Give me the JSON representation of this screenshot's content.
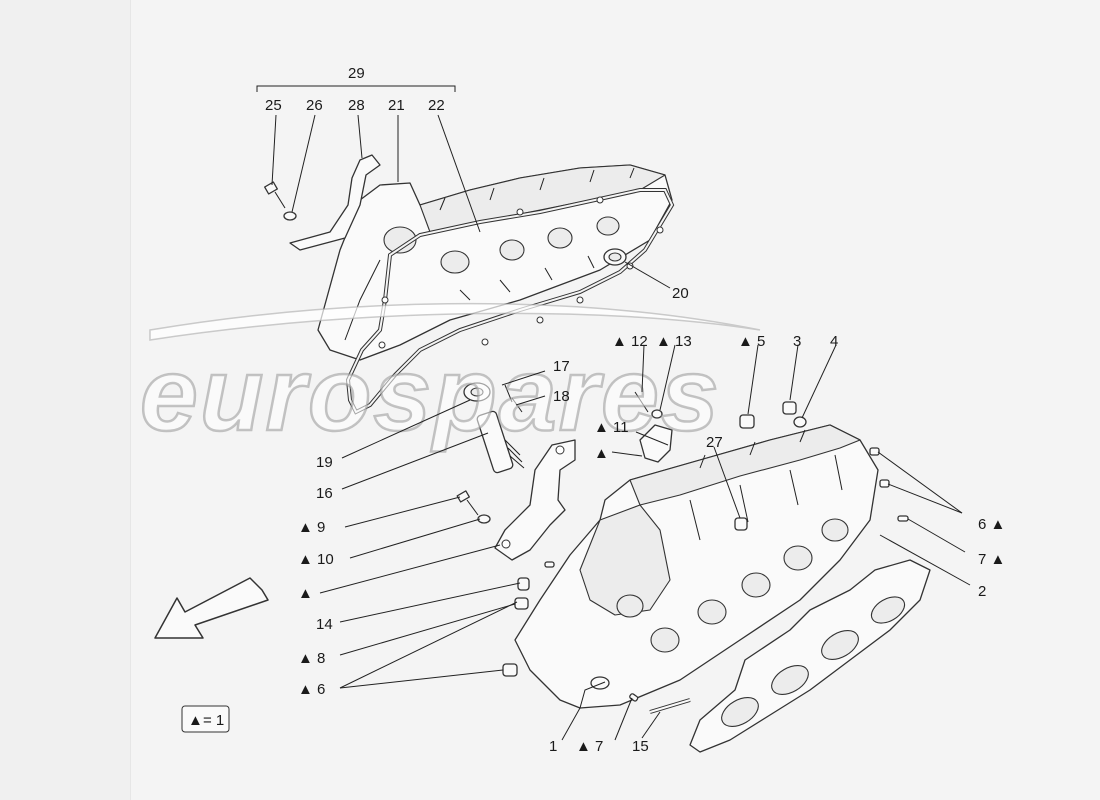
{
  "watermark": {
    "text": "eurospares"
  },
  "legend": {
    "symbol": "▲",
    "text": "= 1"
  },
  "labels": [
    {
      "id": "29",
      "text": "29"
    },
    {
      "id": "25",
      "text": "25"
    },
    {
      "id": "26",
      "text": "26"
    },
    {
      "id": "28",
      "text": "28"
    },
    {
      "id": "21",
      "text": "21"
    },
    {
      "id": "22",
      "text": "22"
    },
    {
      "id": "20",
      "text": "20"
    },
    {
      "id": "17",
      "text": "17"
    },
    {
      "id": "18",
      "text": "18"
    },
    {
      "id": "19",
      "text": "19"
    },
    {
      "id": "16",
      "text": "16"
    },
    {
      "id": "12",
      "text": "▲ 12"
    },
    {
      "id": "13",
      "text": "▲ 13"
    },
    {
      "id": "5",
      "text": "▲ 5"
    },
    {
      "id": "3",
      "text": "3"
    },
    {
      "id": "4",
      "text": "4"
    },
    {
      "id": "11",
      "text": "▲ 11"
    },
    {
      "id": "tri-a",
      "text": "▲"
    },
    {
      "id": "27",
      "text": "27"
    },
    {
      "id": "9",
      "text": "▲ 9"
    },
    {
      "id": "10",
      "text": "▲ 10"
    },
    {
      "id": "tri-b",
      "text": "▲"
    },
    {
      "id": "14",
      "text": "14"
    },
    {
      "id": "8",
      "text": "▲ 8"
    },
    {
      "id": "6-left",
      "text": "▲ 6"
    },
    {
      "id": "6-right",
      "text": "6 ▲"
    },
    {
      "id": "7-right",
      "text": "7 ▲"
    },
    {
      "id": "2",
      "text": "2"
    },
    {
      "id": "1",
      "text": "1"
    },
    {
      "id": "7-bottom",
      "text": "▲ 7"
    },
    {
      "id": "15",
      "text": "15"
    }
  ]
}
